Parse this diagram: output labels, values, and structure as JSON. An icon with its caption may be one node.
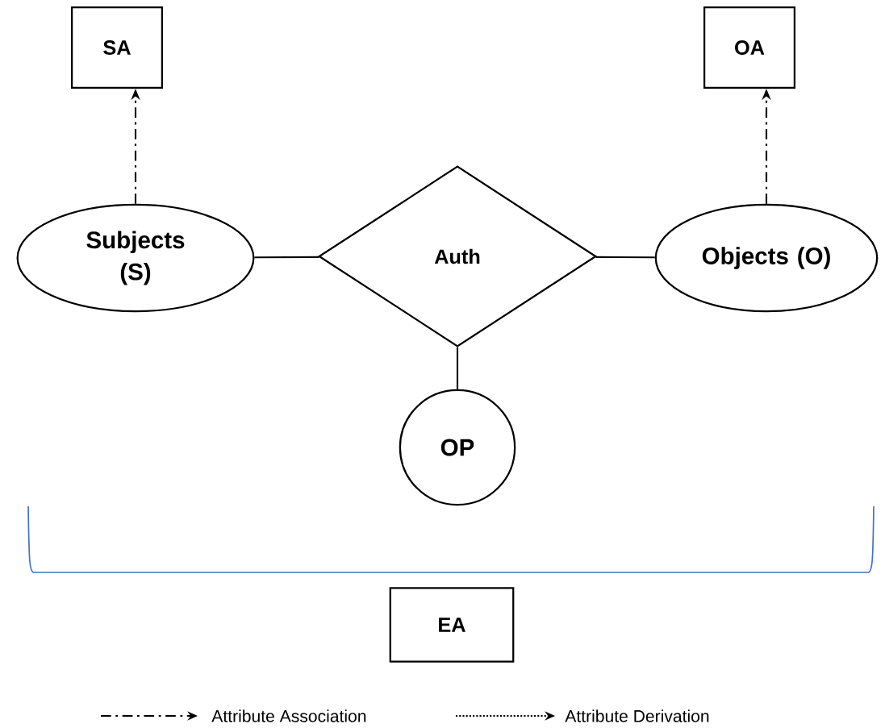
{
  "diagram": {
    "nodes": [
      {
        "text": [
          "SA"
        ]
      },
      {
        "text": [
          "OA"
        ]
      },
      {
        "text": [
          "Subjects (S)"
        ]
      },
      {
        "text": [
          "Auth"
        ]
      },
      {
        "text": [
          "Objects (O)"
        ]
      },
      {
        "text": [
          "OP"
        ]
      },
      {
        "text": [
          "EA"
        ]
      }
    ],
    "edges": [
      {
        "from": 2,
        "to": 0,
        "arrow": "to",
        "style": "dashed"
      },
      {
        "from": 4,
        "to": 1,
        "arrow": "to",
        "style": "dashed"
      },
      {
        "from": 2,
        "to": 3,
        "arrow": "none"
      },
      {
        "from": 3,
        "to": 4,
        "arrow": "none"
      },
      {
        "from": 3,
        "to": 5,
        "arrow": "none"
      }
    ],
    "legend": [
      {
        "text": "Attribute Association"
      },
      {
        "text": "Attribute Derivation"
      }
    ]
  }
}
